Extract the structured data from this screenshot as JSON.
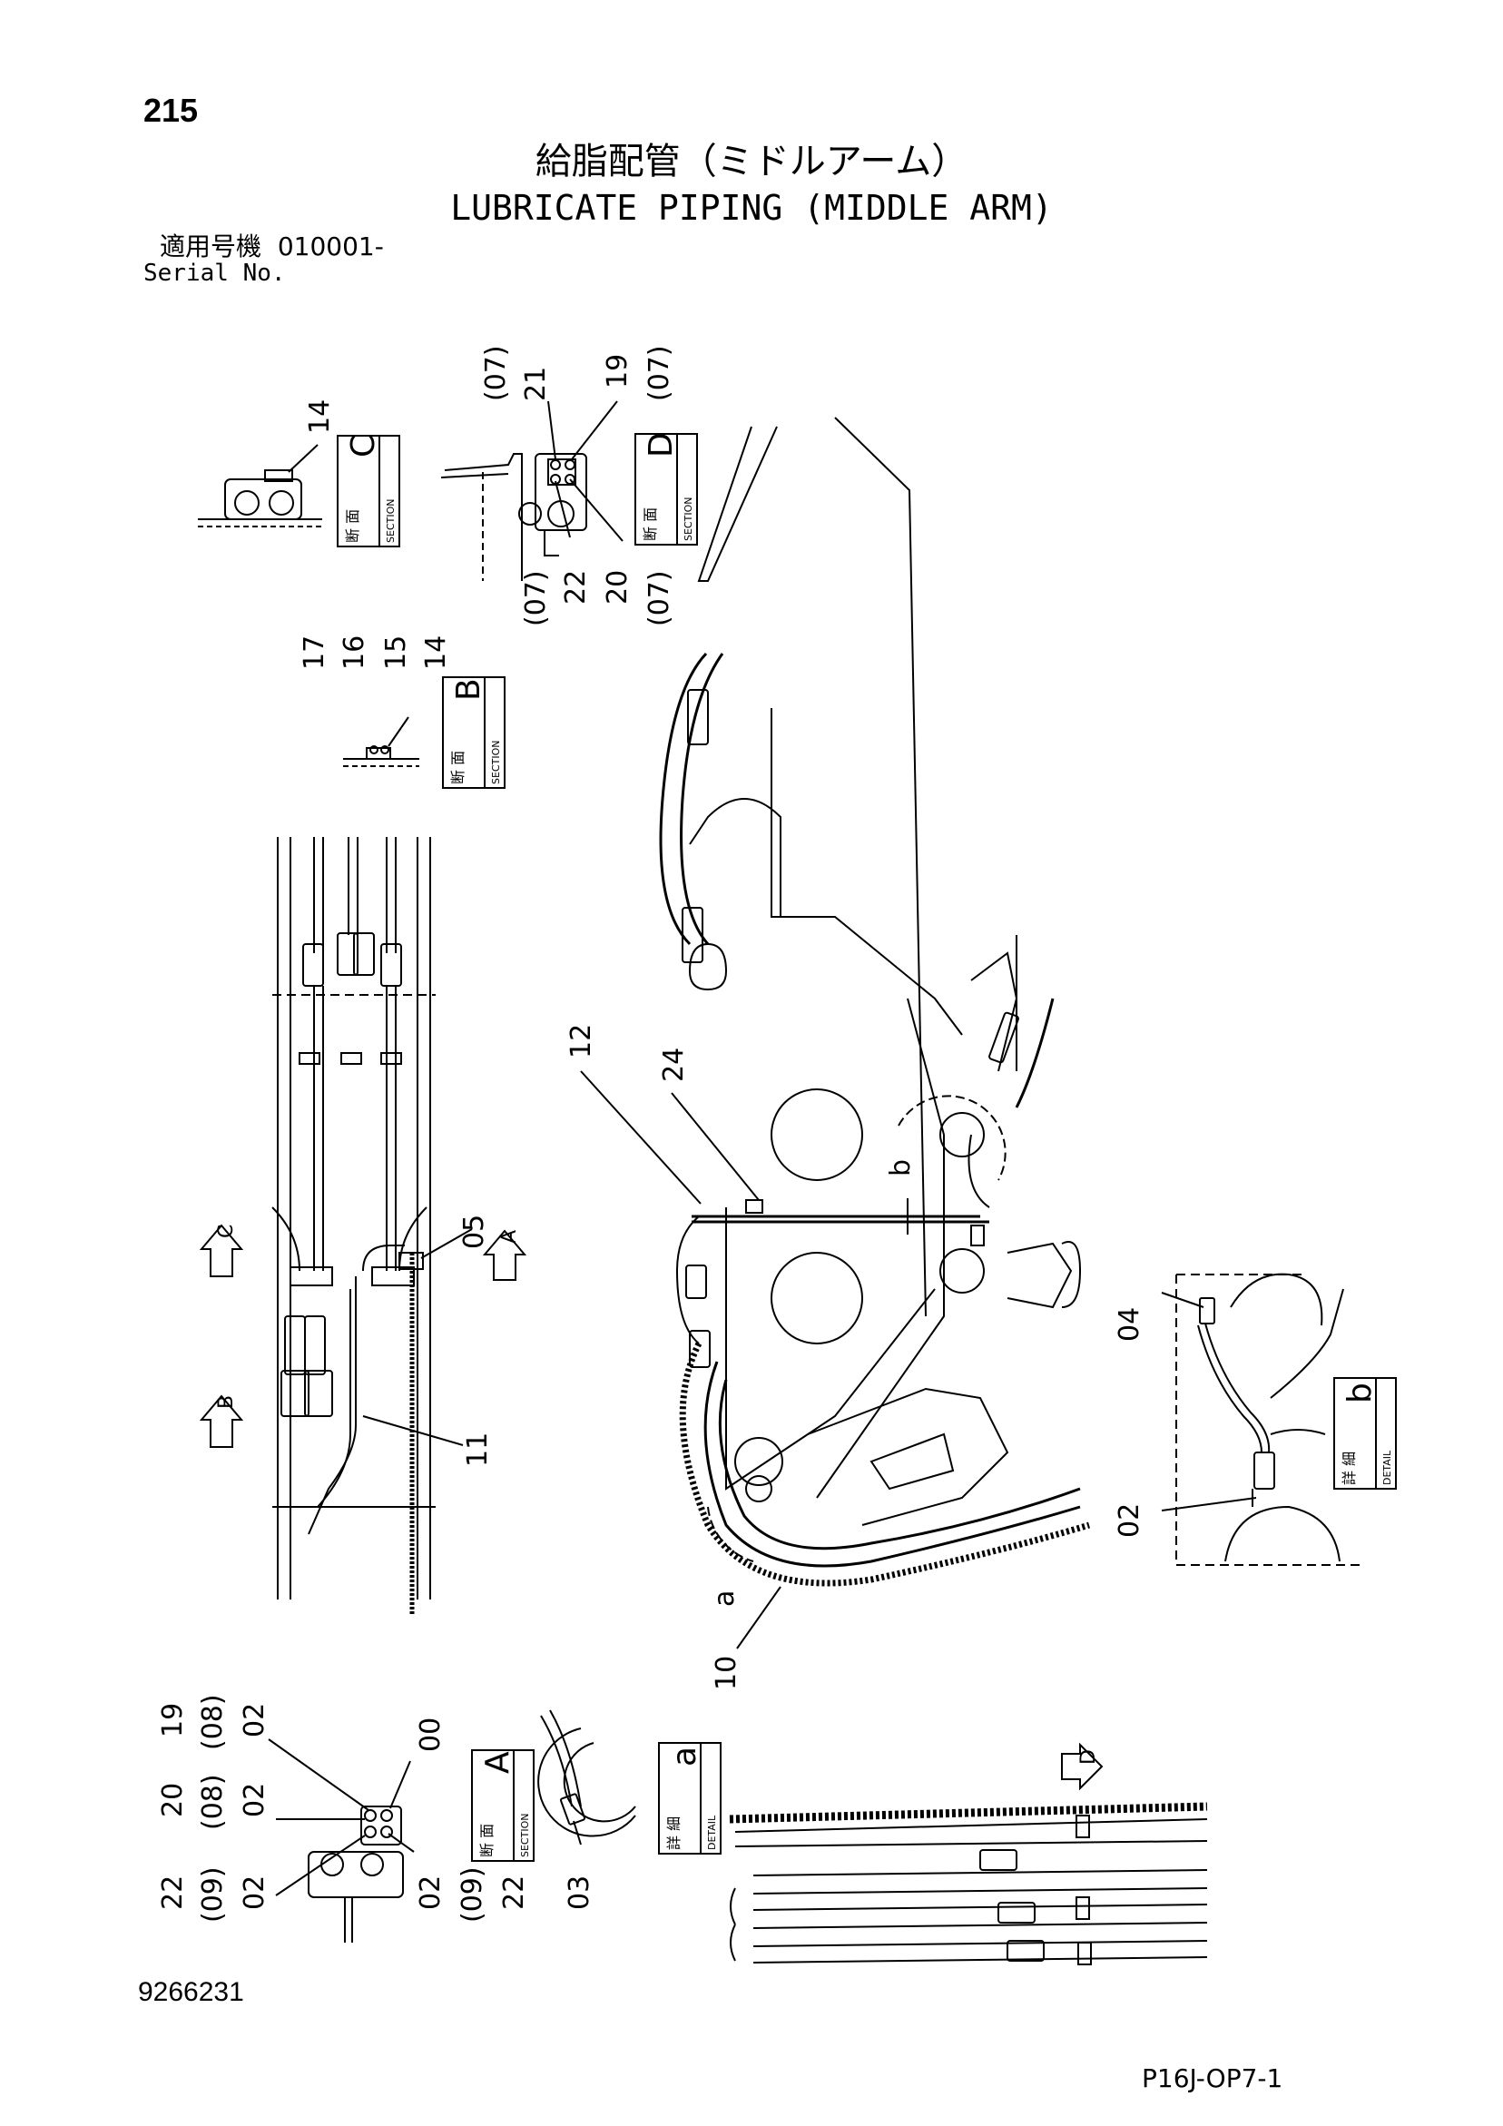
{
  "page_number": "215",
  "title_jp": "給脂配管（ミドルアーム）",
  "title_en": "LUBRICATE PIPING (MIDDLE ARM)",
  "serial_label_jp": "適用号機",
  "serial_value": "010001-",
  "serial_label_en": "Serial No.",
  "labels": {
    "sec_jp": "断 面",
    "sec_en": "SECTION",
    "det_jp": "詳 細",
    "det_en": "DETAIL",
    "C": "C",
    "D": "D",
    "B": "B",
    "A": "A",
    "b": "b",
    "a": "a",
    "arrow_c": "C",
    "arrow_b": "B",
    "arrow_a": "A",
    "arrow_d": "D"
  },
  "callouts": {
    "c14": "14",
    "d07a": "(07)",
    "d21": "21",
    "d19": "19",
    "d07b": "(07)",
    "d07c": "(07)",
    "d22": "22",
    "d20": "20",
    "d07d": "(07)",
    "b17": "17",
    "b16": "16",
    "b15": "15",
    "b14": "14",
    "p12": "12",
    "p24": "24",
    "pb": "b",
    "p05": "05",
    "p11": "11",
    "p04": "04",
    "p02": "02",
    "p10": "10",
    "pa": "a",
    "a19": "19",
    "a08a": "(08)",
    "a02a": "02",
    "a00": "00",
    "a20": "20",
    "a08b": "(08)",
    "a02b": "02",
    "a22": "22",
    "a09a": "(09)",
    "a02c": "02",
    "a02d": "02",
    "a09b": "(09)",
    "a22b": "22",
    "p03": "03"
  },
  "doc_number": "9266231",
  "figure_code": "P16J-OP7-1"
}
